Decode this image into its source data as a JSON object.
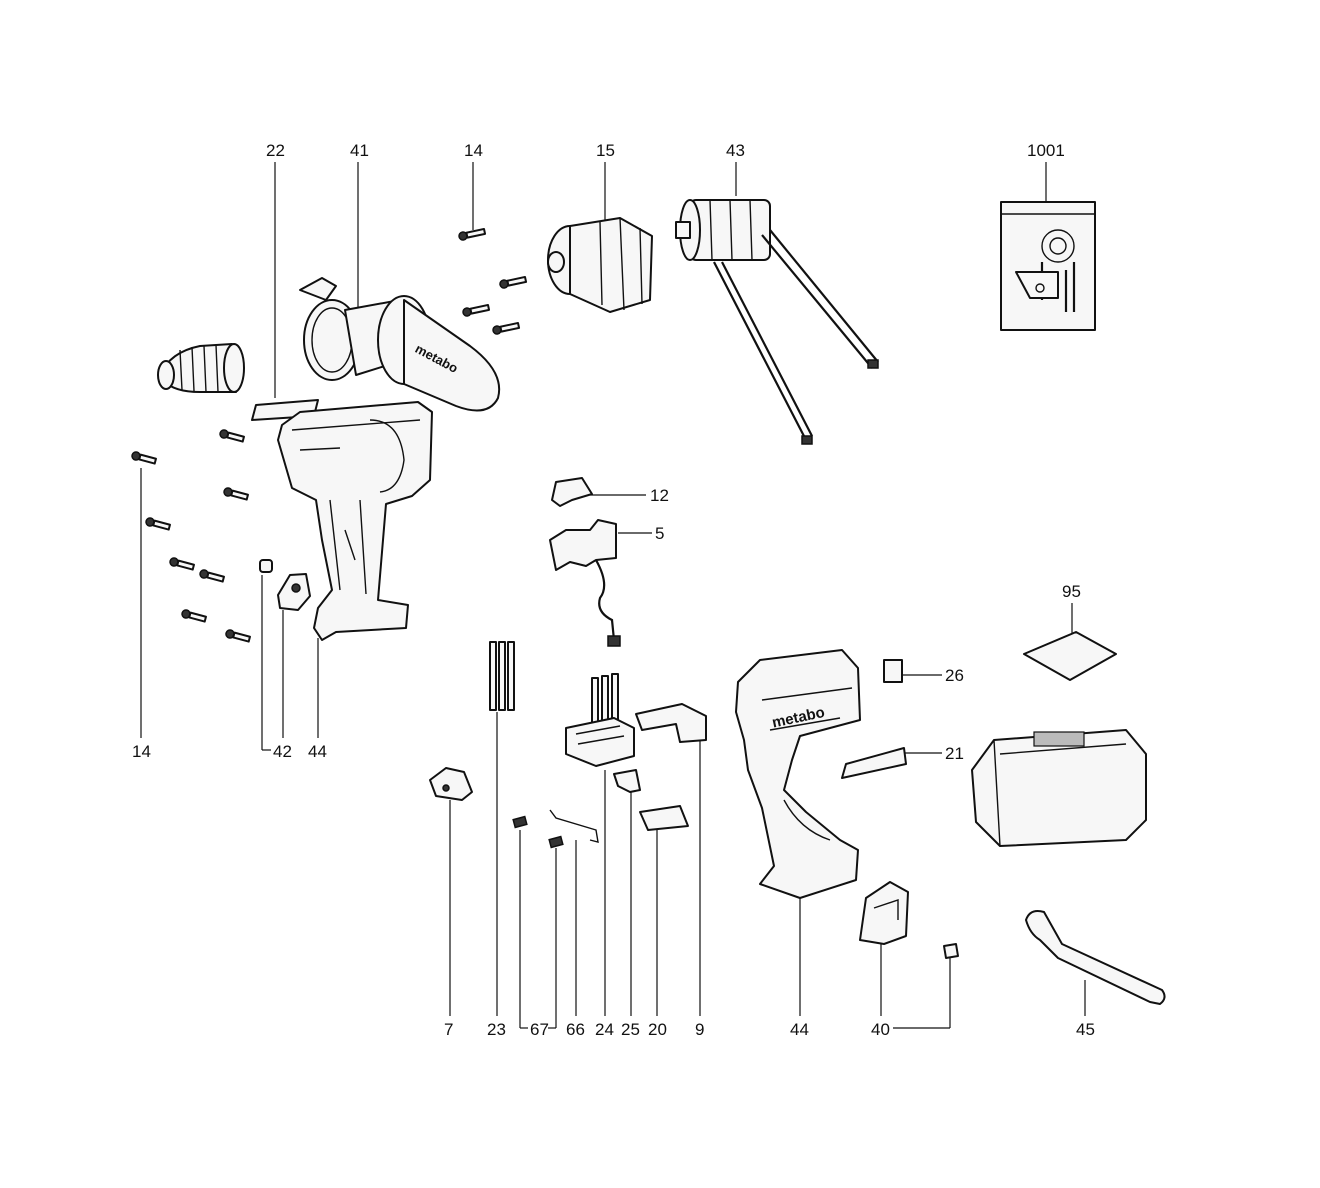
{
  "labels": {
    "l22": "22",
    "l41": "41",
    "l14a": "14",
    "l15": "15",
    "l43": "43",
    "l1001": "1001",
    "l12": "12",
    "l5": "5",
    "l95": "95",
    "l26": "26",
    "l21": "21",
    "l14b": "14",
    "l42": "42",
    "l44a": "44",
    "l7": "7",
    "l23": "23",
    "l67": "67",
    "l66": "66",
    "l24": "24",
    "l25": "25",
    "l20": "20",
    "l9": "9",
    "l44b": "44",
    "l40": "40",
    "l45": "45"
  },
  "brand_text": "metabo",
  "colors": {
    "line": "#111111",
    "fill": "#f7f7f7",
    "background": "#ffffff"
  }
}
